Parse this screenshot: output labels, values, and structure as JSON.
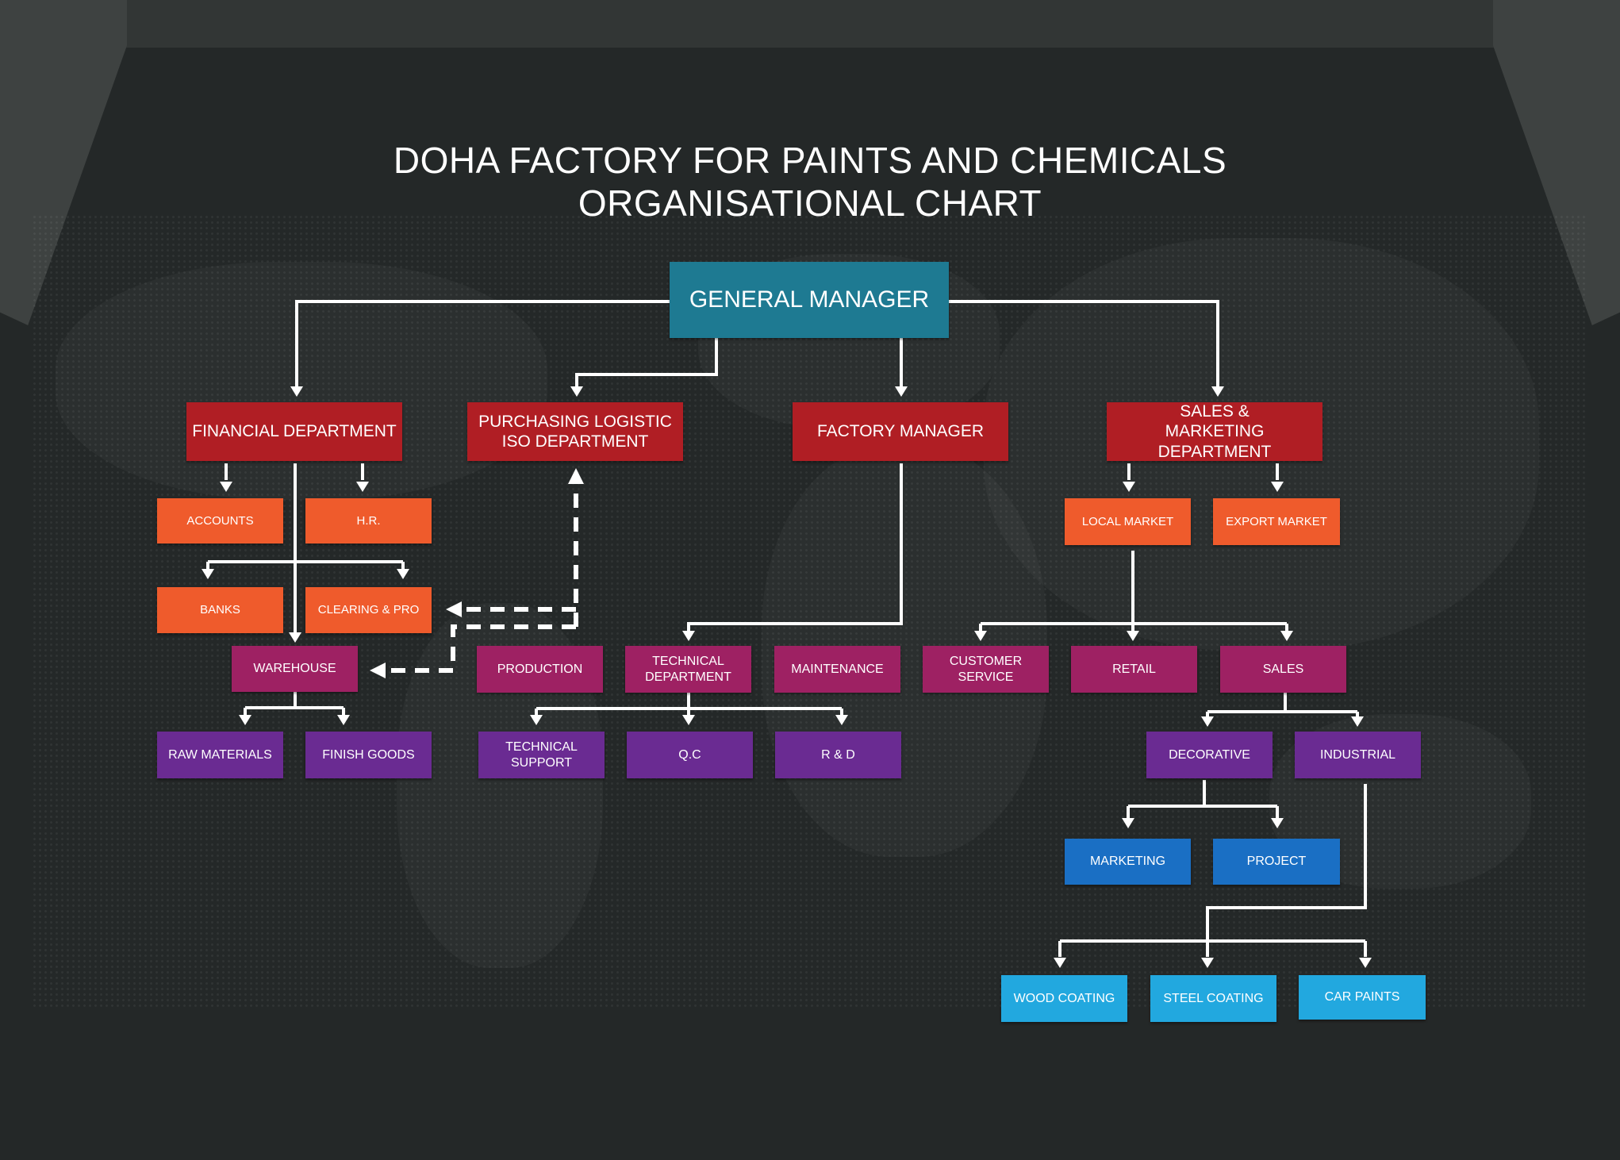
{
  "title": {
    "line1": "DOHA FACTORY FOR PAINTS AND CHEMICALS",
    "line2": "ORGANISATIONAL CHART"
  },
  "colors": {
    "background": "#242828",
    "general_manager": "#1e7a92",
    "departments": "#b01e24",
    "level2": "#ef5b2c",
    "level3": "#9e2163",
    "level4": "#6a2b92",
    "level5": "#1a6fc4",
    "level6": "#22a8df",
    "connector": "#ffffff"
  },
  "nodes": {
    "general_manager": "GENERAL MANAGER",
    "financial_department": "FINANCIAL DEPARTMENT",
    "purchasing_logistic_iso_department": "PURCHASING LOGISTIC ISO DEPARTMENT",
    "factory_manager": "FACTORY MANAGER",
    "sales_marketing_department": "SALES & MARKETING DEPARTMENT",
    "accounts": "ACCOUNTS",
    "hr": "H.R.",
    "banks": "BANKS",
    "clearing_pro": "CLEARING & PRO",
    "warehouse": "WAREHOUSE",
    "raw_materials": "RAW MATERIALS",
    "finish_goods": "FINISH GOODS",
    "production": "PRODUCTION",
    "technical_department": "TECHNICAL DEPARTMENT",
    "maintenance": "MAINTENANCE",
    "technical_support": "TECHNICAL SUPPORT",
    "qc": "Q.C",
    "rd": "R & D",
    "local_market": "LOCAL MARKET",
    "export_market": "EXPORT MARKET",
    "customer_service": "CUSTOMER SERVICE",
    "retail": "RETAIL",
    "sales": "SALES",
    "decorative": "DECORATIVE",
    "industrial": "INDUSTRIAL",
    "marketing": "MARKETING",
    "project": "PROJECT",
    "wood_coating": "WOOD COATING",
    "steel_coating": "STEEL COATING",
    "car_paints": "CAR PAINTS"
  },
  "edges": [
    {
      "from": "general_manager",
      "to": "financial_department",
      "style": "solid"
    },
    {
      "from": "general_manager",
      "to": "purchasing_logistic_iso_department",
      "style": "solid"
    },
    {
      "from": "general_manager",
      "to": "factory_manager",
      "style": "solid"
    },
    {
      "from": "general_manager",
      "to": "sales_marketing_department",
      "style": "solid"
    },
    {
      "from": "financial_department",
      "to": "accounts",
      "style": "solid"
    },
    {
      "from": "financial_department",
      "to": "hr",
      "style": "solid"
    },
    {
      "from": "financial_department",
      "to": "banks",
      "style": "solid"
    },
    {
      "from": "financial_department",
      "to": "clearing_pro",
      "style": "solid"
    },
    {
      "from": "financial_department",
      "to": "warehouse",
      "style": "solid"
    },
    {
      "from": "warehouse",
      "to": "raw_materials",
      "style": "solid"
    },
    {
      "from": "warehouse",
      "to": "finish_goods",
      "style": "solid"
    },
    {
      "from": "purchasing_logistic_iso_department",
      "to": "clearing_pro",
      "style": "dashed"
    },
    {
      "from": "purchasing_logistic_iso_department",
      "to": "warehouse",
      "style": "dashed"
    },
    {
      "from": "factory_manager",
      "to": "technical_department",
      "style": "solid"
    },
    {
      "from": "technical_department",
      "to": "technical_support",
      "style": "solid"
    },
    {
      "from": "technical_department",
      "to": "qc",
      "style": "solid"
    },
    {
      "from": "technical_department",
      "to": "rd",
      "style": "solid"
    },
    {
      "from": "sales_marketing_department",
      "to": "local_market",
      "style": "solid"
    },
    {
      "from": "sales_marketing_department",
      "to": "export_market",
      "style": "solid"
    },
    {
      "from": "local_market",
      "to": "customer_service",
      "style": "solid"
    },
    {
      "from": "local_market",
      "to": "retail",
      "style": "solid"
    },
    {
      "from": "local_market",
      "to": "sales",
      "style": "solid"
    },
    {
      "from": "sales",
      "to": "decorative",
      "style": "solid"
    },
    {
      "from": "sales",
      "to": "industrial",
      "style": "solid"
    },
    {
      "from": "decorative",
      "to": "marketing",
      "style": "solid"
    },
    {
      "from": "decorative",
      "to": "project",
      "style": "solid"
    },
    {
      "from": "industrial",
      "to": "wood_coating",
      "style": "solid"
    },
    {
      "from": "industrial",
      "to": "steel_coating",
      "style": "solid"
    },
    {
      "from": "industrial",
      "to": "car_paints",
      "style": "solid"
    }
  ]
}
